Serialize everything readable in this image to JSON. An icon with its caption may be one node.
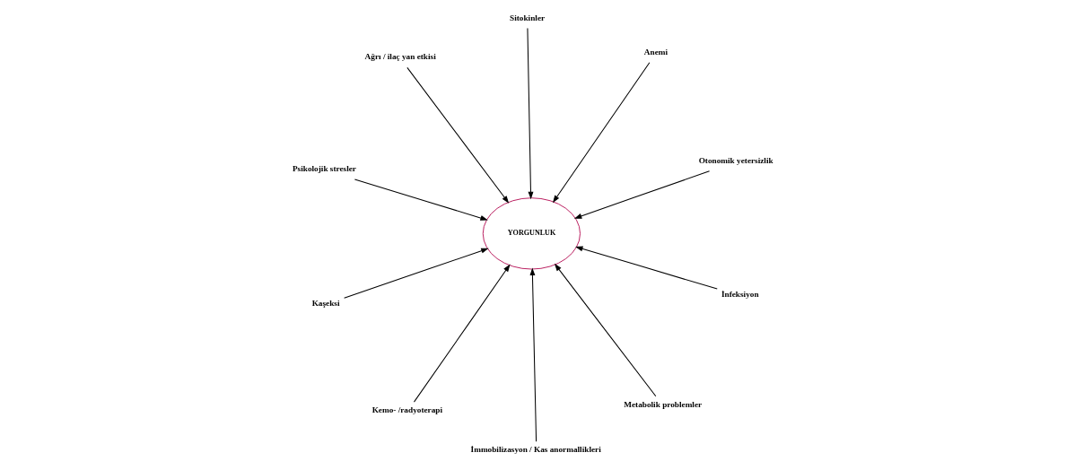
{
  "diagram": {
    "nodes": [
      {
        "text": [
          "Kaşeksi"
        ]
      },
      {
        "text": [
          "Otonomik yetersizlik"
        ]
      },
      {
        "text": [
          "Kemo- /radyoterapi"
        ]
      },
      {
        "text": [
          "Ağrı / ilaç yan etkisi"
        ]
      },
      {
        "text": [
          "Anemi"
        ]
      },
      {
        "text": [
          "Psikolojik stresler"
        ]
      },
      {
        "text": [
          "YORGUNLUK"
        ]
      },
      {
        "text": [
          "İnfeksiyon"
        ]
      },
      {
        "text": [
          "Sitokinler"
        ]
      },
      {
        "text": [
          "İmmobilizasyon / Kas anormallikleri"
        ]
      },
      {
        "text": [
          "Metabolik problemler"
        ]
      }
    ],
    "edges": [
      {
        "from": 0,
        "to": 6,
        "arrow": "to"
      },
      {
        "from": 1,
        "to": 6,
        "arrow": "to"
      },
      {
        "from": 2,
        "to": 6,
        "arrow": "to"
      },
      {
        "from": 3,
        "to": 6,
        "arrow": "to"
      },
      {
        "from": 4,
        "to": 6,
        "arrow": "to"
      },
      {
        "from": 5,
        "to": 6,
        "arrow": "to"
      },
      {
        "from": 7,
        "to": 6,
        "arrow": "to"
      },
      {
        "from": 8,
        "to": 6,
        "arrow": "to"
      },
      {
        "from": 9,
        "to": 6,
        "arrow": "to"
      },
      {
        "from": 10,
        "to": 6,
        "arrow": "to"
      }
    ]
  }
}
